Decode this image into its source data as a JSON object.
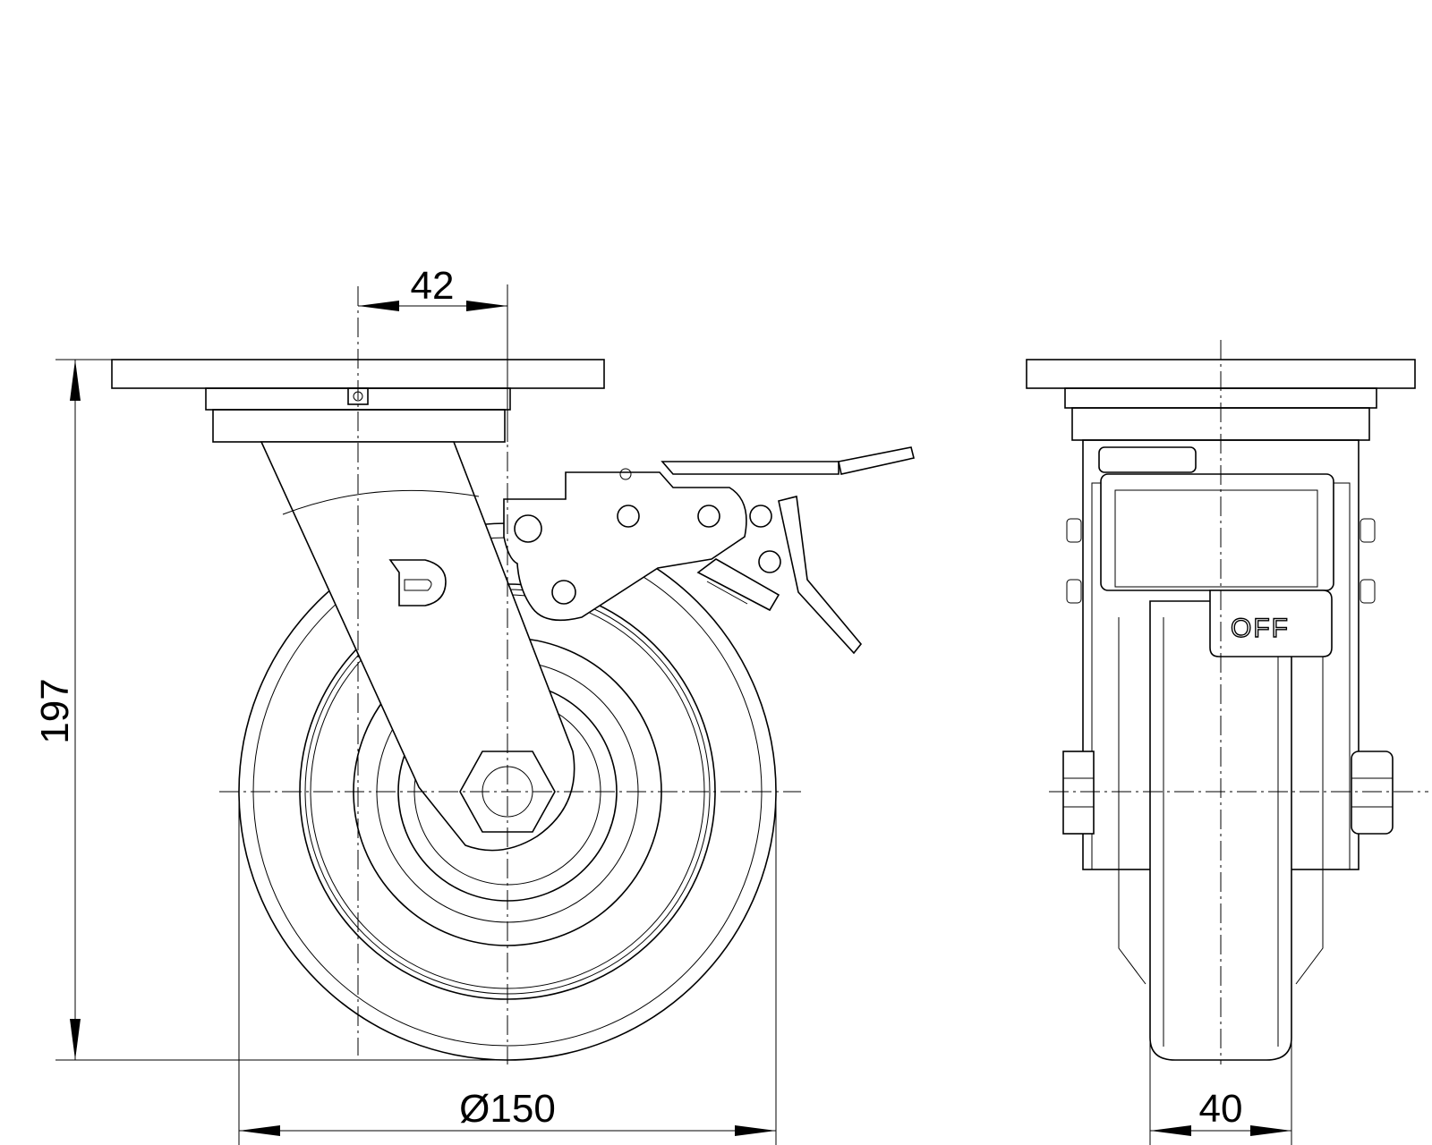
{
  "dimensions": {
    "offset": "42",
    "height": "197",
    "wheel_diameter": "Ø150",
    "wheel_width": "40"
  },
  "labels": {
    "brake_state": "OFF"
  },
  "logo": "D"
}
